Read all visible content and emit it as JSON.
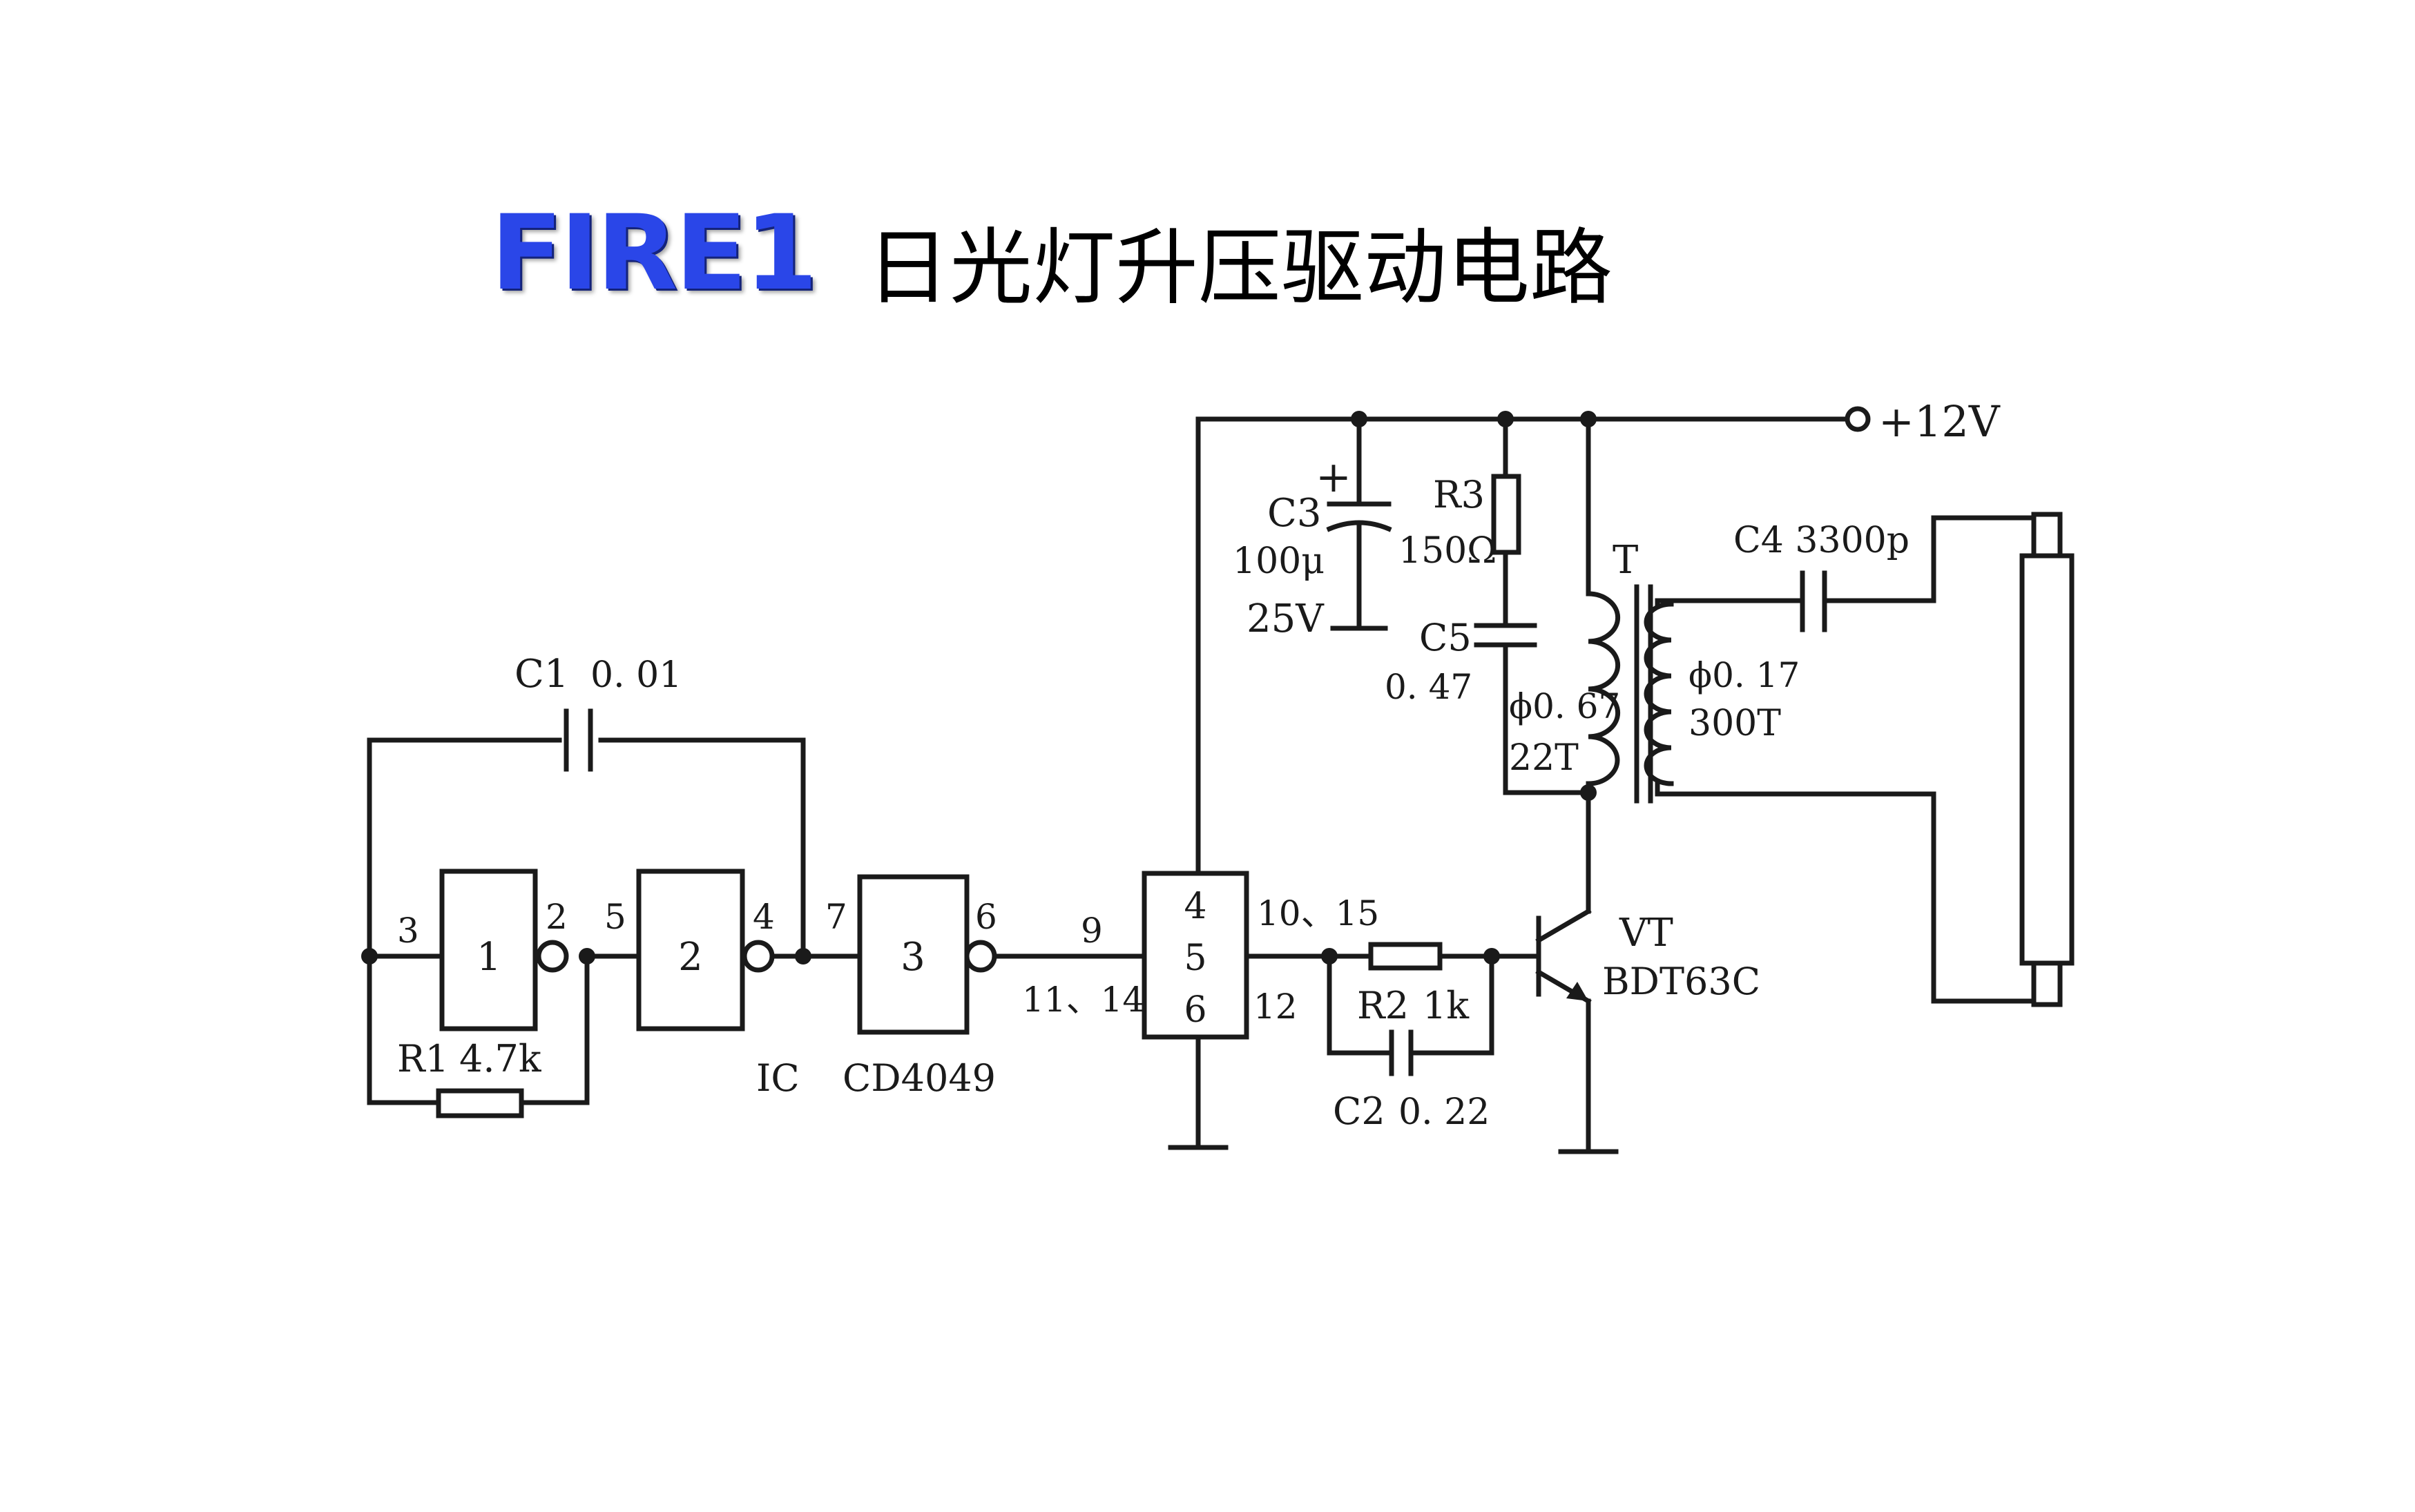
{
  "header": {
    "logo_text": "FIRE1",
    "title": "日光灯升压驱动电路"
  },
  "colors": {
    "logo": "#2a46e8",
    "line": "#1a1a1a",
    "background": "#ffffff"
  },
  "components": {
    "supply": "+12V",
    "c1": {
      "name": "C1",
      "value": "0. 01"
    },
    "r1": {
      "name": "R1",
      "value": "4.7k"
    },
    "gate1": "1",
    "gate2": "2",
    "gate3": "3",
    "ic_block": [
      "4",
      "5",
      "6"
    ],
    "ic_label": "IC",
    "ic_part": "CD4049",
    "c3": {
      "name": "C3",
      "value": "100μ",
      "voltage": "25V",
      "polarity": "+"
    },
    "r3": {
      "name": "R3",
      "value": "150Ω"
    },
    "c5": {
      "name": "C5",
      "value": "0. 47"
    },
    "transformer": {
      "name": "T",
      "primary_wire": "ϕ0. 67",
      "primary_turns": "22T",
      "secondary_wire": "ϕ0. 17",
      "secondary_turns": "300T"
    },
    "c4": "C4 3300p",
    "r2": {
      "name": "R2",
      "value": "1k"
    },
    "c2": {
      "name": "C2",
      "value": "0. 22"
    },
    "vt": {
      "name": "VT",
      "part": "BDT63C"
    }
  },
  "pins": {
    "p3": "3",
    "p2": "2",
    "p5": "5",
    "p4": "4",
    "p7": "7",
    "p6": "6",
    "p9": "9",
    "p11_14": "11、14",
    "p10_15": "10、15",
    "p12": "12"
  }
}
